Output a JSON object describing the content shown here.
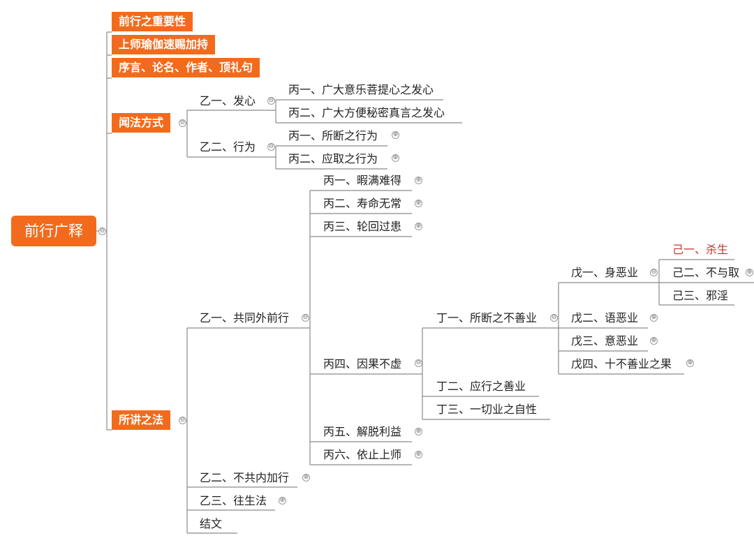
{
  "root": "前行广释",
  "l1": {
    "importance": "前行之重要性",
    "guru_yoga": "上师瑜伽速赐加持",
    "preface": "序言、论名、作者、顶礼句",
    "listening": "闻法方式",
    "teachings": "所讲之法"
  },
  "listening": {
    "motivation": "乙一、发心",
    "motivation_1": "丙一、广大意乐菩提心之发心",
    "motivation_2": "丙二、广大方便秘密真言之发心",
    "conduct": "乙二、行为",
    "conduct_1": "丙一、所断之行为",
    "conduct_2": "丙二、应取之行为"
  },
  "teachings": {
    "outer": "乙一、共同外前行",
    "outer_1": "丙一、暇满难得",
    "outer_2": "丙二、寿命无常",
    "outer_3": "丙三、轮回过患",
    "outer_4": "丙四、因果不虚",
    "outer_5": "丙五、解脱利益",
    "outer_6": "丙六、依止上师",
    "inner": "乙二、不共内加行",
    "powa": "乙三、往生法",
    "conclusion": "结文"
  },
  "karma": {
    "abandon": "丁一、所断之不善业",
    "adopt": "丁二、应行之善业",
    "nature": "丁三、一切业之自性",
    "body": "戊一、身恶业",
    "speech": "戊二、语恶业",
    "mind": "戊三、意恶业",
    "results": "戊四、十不善业之果",
    "killing": "己一、杀生",
    "stealing": "己二、不与取",
    "misconduct": "己三、邪淫"
  },
  "toggles": {
    "collapse": "⊖",
    "expand": "⊕"
  },
  "colors": {
    "accent": "#f26b1d",
    "line": "#8a8a8a",
    "highlight": "#c0392b"
  }
}
